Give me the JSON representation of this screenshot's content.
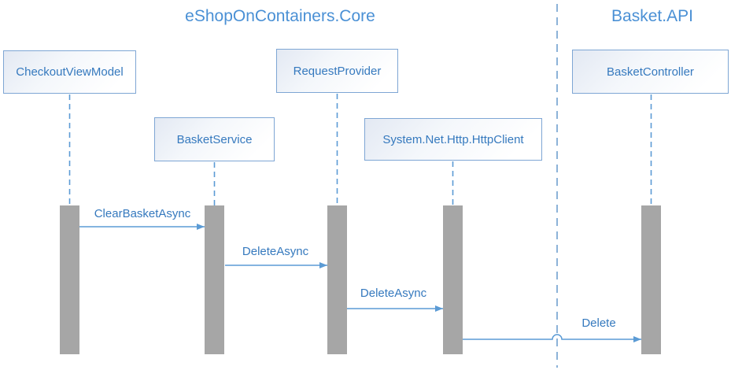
{
  "diagram": {
    "type": "sequence-diagram",
    "groups": [
      {
        "label": "eShopOnContainers.Core"
      },
      {
        "label": "Basket.API"
      }
    ],
    "actors": [
      {
        "label": "CheckoutViewModel"
      },
      {
        "label": "BasketService"
      },
      {
        "label": "RequestProvider"
      },
      {
        "label": "System.Net.Http.HttpClient"
      },
      {
        "label": "BasketController"
      }
    ],
    "messages": [
      {
        "label": "ClearBasketAsync",
        "from": "CheckoutViewModel",
        "to": "BasketService"
      },
      {
        "label": "DeleteAsync",
        "from": "BasketService",
        "to": "RequestProvider"
      },
      {
        "label": "DeleteAsync",
        "from": "RequestProvider",
        "to": "System.Net.Http.HttpClient"
      },
      {
        "label": "Delete",
        "from": "System.Net.Http.HttpClient",
        "to": "BasketController"
      }
    ],
    "colors": {
      "accent_blue": "#5b9bd5",
      "title_text": "#4a90d5",
      "label_text": "#3579be",
      "box_border": "#7ea6d4",
      "box_fill_top": "#e3e9f3",
      "activation_bar": "#a6a6a6"
    }
  }
}
